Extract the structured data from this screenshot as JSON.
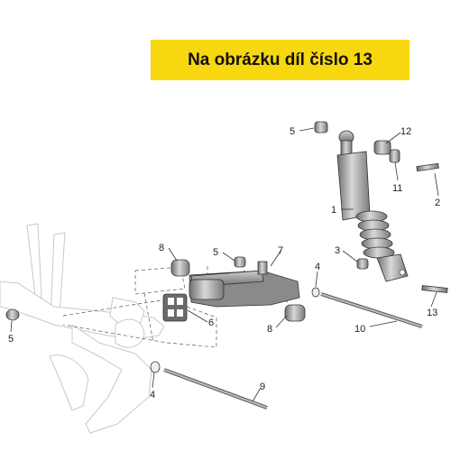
{
  "banner": {
    "text": "Na obrázku díl číslo 13"
  },
  "callouts": {
    "c5_top": "5",
    "c12": "12",
    "c11": "11",
    "c2": "2",
    "c1": "1",
    "c3": "3",
    "c13": "13",
    "c8_top": "8",
    "c5_mid": "5",
    "c7": "7",
    "c4_mid": "4",
    "c8_bot": "8",
    "c10": "10",
    "c6": "6",
    "c5_left": "5",
    "c4_bot": "4",
    "c9": "9"
  },
  "colors": {
    "banner": "#f7d70f",
    "parts": "#9a9a9a",
    "frame": "#c8c8c8"
  }
}
